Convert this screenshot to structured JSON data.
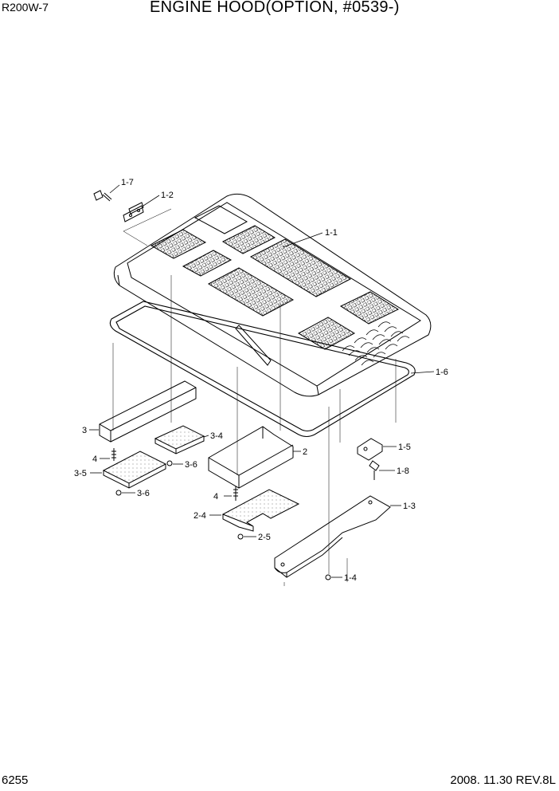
{
  "header": {
    "model": "R200W-7",
    "title": "ENGINE HOOD(OPTION, #0539-)"
  },
  "footer": {
    "page_number": "6255",
    "revision": "2008. 11.30  REV.8L"
  },
  "callouts": {
    "c1_7": "1-7",
    "c1_2": "1-2",
    "c1_1": "1-1",
    "c1_6": "1-6",
    "c3": "3",
    "c3_4": "3-4",
    "c4a": "4",
    "c3_6a": "3-6",
    "c3_5": "3-5",
    "c3_6b": "3-6",
    "c2": "2",
    "c4b": "4",
    "c2_4": "2-4",
    "c2_5": "2-5",
    "c1_5": "1-5",
    "c1_8": "1-8",
    "c1_3": "1-3",
    "c1_4": "1-4"
  }
}
